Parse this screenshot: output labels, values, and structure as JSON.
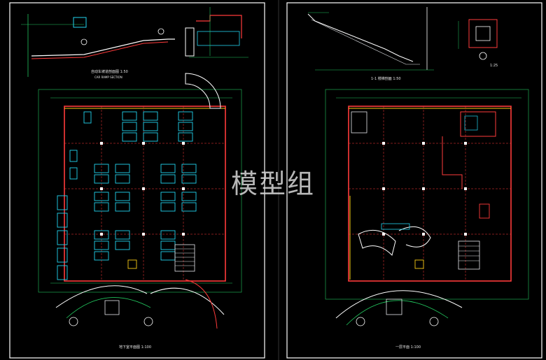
{
  "watermark": "模型组",
  "left_sheet": {
    "section_title": "自动车坡道剖面图 1:50",
    "section_subtitle": "CAR RAMP SECTION",
    "plan_title": "地下室平面图 1:100"
  },
  "right_sheet": {
    "section_title": "1-1 楼梯剖面 1:50",
    "detail_title": "1:25",
    "plan_title": "一层平面 1:100"
  },
  "colors": {
    "background": "#000000",
    "frame": "#ffffff",
    "wall": "#ff3b3b",
    "dimension": "#22c55e",
    "car": "#22d3ee",
    "column": "#ffffff",
    "highlight": "#facc15",
    "stair": "#e5e7eb"
  }
}
